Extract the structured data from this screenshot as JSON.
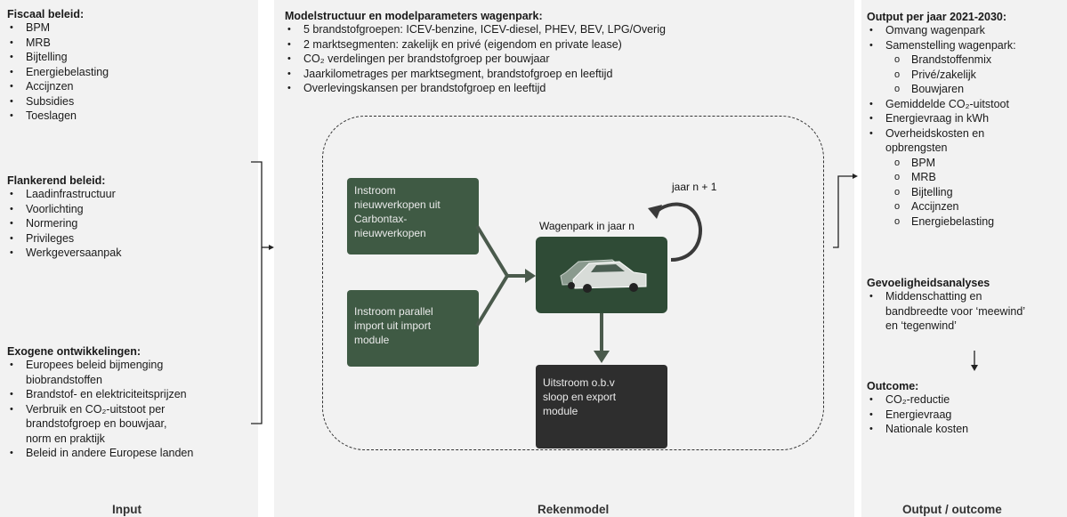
{
  "input": {
    "fiscal": {
      "title": "Fiscaal beleid:",
      "items": [
        "BPM",
        "MRB",
        "Bijtelling",
        "Energiebelasting",
        "Accijnzen",
        "Subsidies",
        "Toeslagen"
      ]
    },
    "flank": {
      "title": "Flankerend beleid:",
      "items": [
        "Laadinfrastructuur",
        "Voorlichting",
        "Normering",
        "Privileges",
        "Werkgeversaanpak"
      ]
    },
    "exo": {
      "title": "Exogene ontwikkelingen:",
      "items": [
        "Europees beleid bijmenging",
        "biobrandstoffen",
        "Brandstof- en elektriciteitsprijzen",
        "Verbruik en CO₂-uitstoot per",
        "brandstofgroep en bouwjaar,",
        "norm en praktijk",
        "Beleid in andere Europese landen"
      ]
    },
    "footer": "Input"
  },
  "model": {
    "title": "Modelstructuur en modelparameters wagenpark:",
    "items": [
      "5 brandstofgroepen: ICEV-benzine, ICEV-diesel, PHEV, BEV, LPG/Overig",
      "2 marktsegmenten: zakelijk en privé (eigendom en private lease)",
      "CO₂ verdelingen per brandstofgroep per bouwjaar",
      "Jaarkilometrages per marktsegment, brandstofgroep en leeftijd",
      "Overlevingskansen per brandstofgroep en leeftijd"
    ],
    "box_inflow_new": [
      "Instroom",
      "nieuwverkopen uit",
      "Carbontax-",
      "nieuwverkopen"
    ],
    "box_inflow_import": [
      "Instroom parallel",
      "import uit import",
      "module"
    ],
    "box_outflow": [
      "Uitstroom o.b.v",
      "sloop en export",
      "module"
    ],
    "fleet_label": "Wagenpark in jaar n",
    "loop_label": "jaar n + 1",
    "footer": "Rekenmodel"
  },
  "output": {
    "title": "Output per jaar 2021-2030:",
    "omvang": "Omvang wagenpark",
    "samen": "Samenstelling wagenpark:",
    "samen_sub": [
      "Brandstoffenmix",
      "Privé/zakelijk",
      "Bouwjaren"
    ],
    "co2": "Gemiddelde CO₂-uitstoot",
    "energie": "Energievraag in kWh",
    "kosten": [
      "Overheidskosten en",
      "opbrengsten"
    ],
    "kosten_sub": [
      "BPM",
      "MRB",
      "Bijtelling",
      "Accijnzen",
      "Energiebelasting"
    ],
    "gev_title": "Gevoeligheidsanalyses",
    "gev": [
      "Middenschatting en",
      "bandbreedte voor ‘meewind’",
      "en ‘tegenwind’"
    ],
    "outcome_title": "Outcome:",
    "outcome": [
      "CO₂-reductie",
      "Energievraag",
      "Nationale kosten"
    ],
    "footer": "Output / outcome"
  }
}
